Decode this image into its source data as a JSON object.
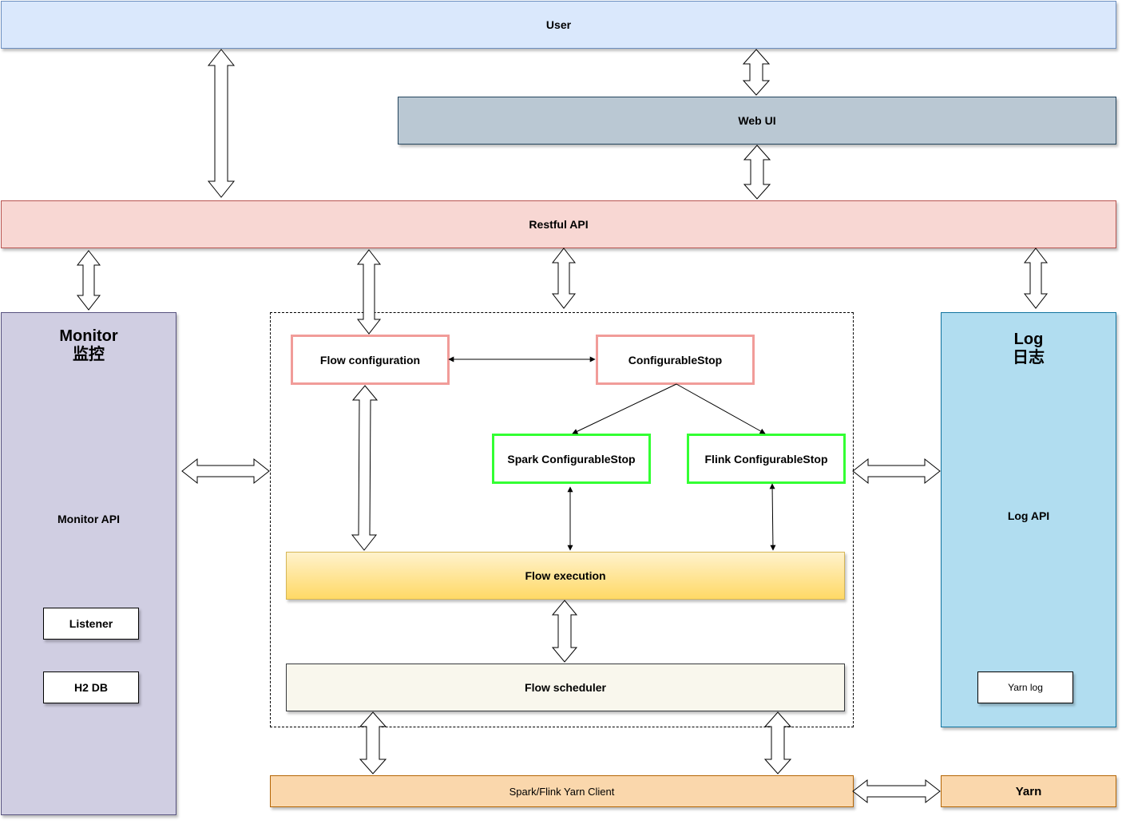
{
  "user": {
    "label": "User"
  },
  "web_ui": {
    "label": "Web UI"
  },
  "restful_api": {
    "label": "Restful API"
  },
  "monitor": {
    "title": "Monitor",
    "title_cn": "监控",
    "api_label": "Monitor API",
    "listener_label": "Listener",
    "h2db_label": "H2 DB"
  },
  "log": {
    "title": "Log",
    "title_cn": "日志",
    "api_label": "Log API",
    "yarn_log_label": "Yarn log"
  },
  "core": {
    "flow_configuration": "Flow configuration",
    "configurable_stop": "ConfigurableStop",
    "spark_configurable_stop": "Spark ConfigurableStop",
    "flink_configurable_stop": "Flink ConfigurableStop",
    "flow_execution": "Flow execution",
    "flow_scheduler": "Flow scheduler"
  },
  "yarn_client": {
    "label": "Spark/Flink Yarn Client"
  },
  "yarn": {
    "label": "Yarn"
  },
  "colors": {
    "user_fill": "#dae8fc",
    "user_stroke": "#6c8ebf",
    "webui_fill": "#bac8d3",
    "webui_stroke": "#23445d",
    "api_fill": "#f8d7d3",
    "api_stroke": "#b85450",
    "monitor_fill": "#d0cee2",
    "monitor_stroke": "#56517e",
    "log_fill": "#b1ddf0",
    "log_stroke": "#10739e",
    "config_stroke": "#f19c99",
    "engine_stroke": "#33ff33",
    "exec_top": "#fff2cc",
    "exec_bottom": "#ffd966",
    "exec_stroke": "#d6b656",
    "sched_fill": "#f9f7ed",
    "sched_stroke": "#36393d",
    "yarn_fill": "#fad7ac",
    "yarn_stroke": "#b46504"
  }
}
